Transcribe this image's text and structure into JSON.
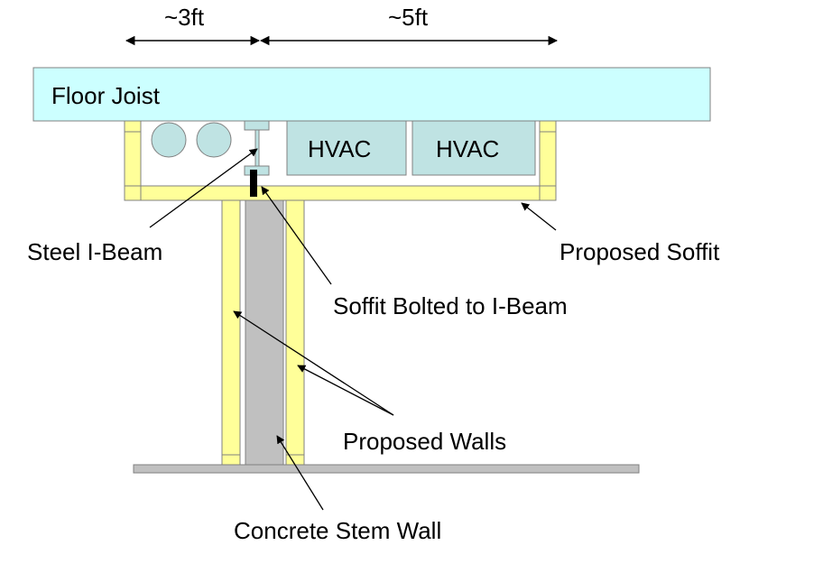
{
  "dimensions": {
    "left_span": "~3ft",
    "right_span": "~5ft"
  },
  "labels": {
    "floor_joist": "Floor Joist",
    "hvac_1": "HVAC",
    "hvac_2": "HVAC",
    "steel_i_beam": "Steel I-Beam",
    "proposed_soffit": "Proposed Soffit",
    "soffit_bolted": "Soffit Bolted to I-Beam",
    "proposed_walls": "Proposed Walls",
    "concrete_stem_wall": "Concrete Stem Wall"
  },
  "colors": {
    "joist_fill": "#ccffff",
    "wood_fill": "#ffff99",
    "hvac_fill": "#bfe3e3",
    "concrete_fill": "#c0c0c0",
    "outline": "#808080",
    "bolt": "#000000"
  }
}
